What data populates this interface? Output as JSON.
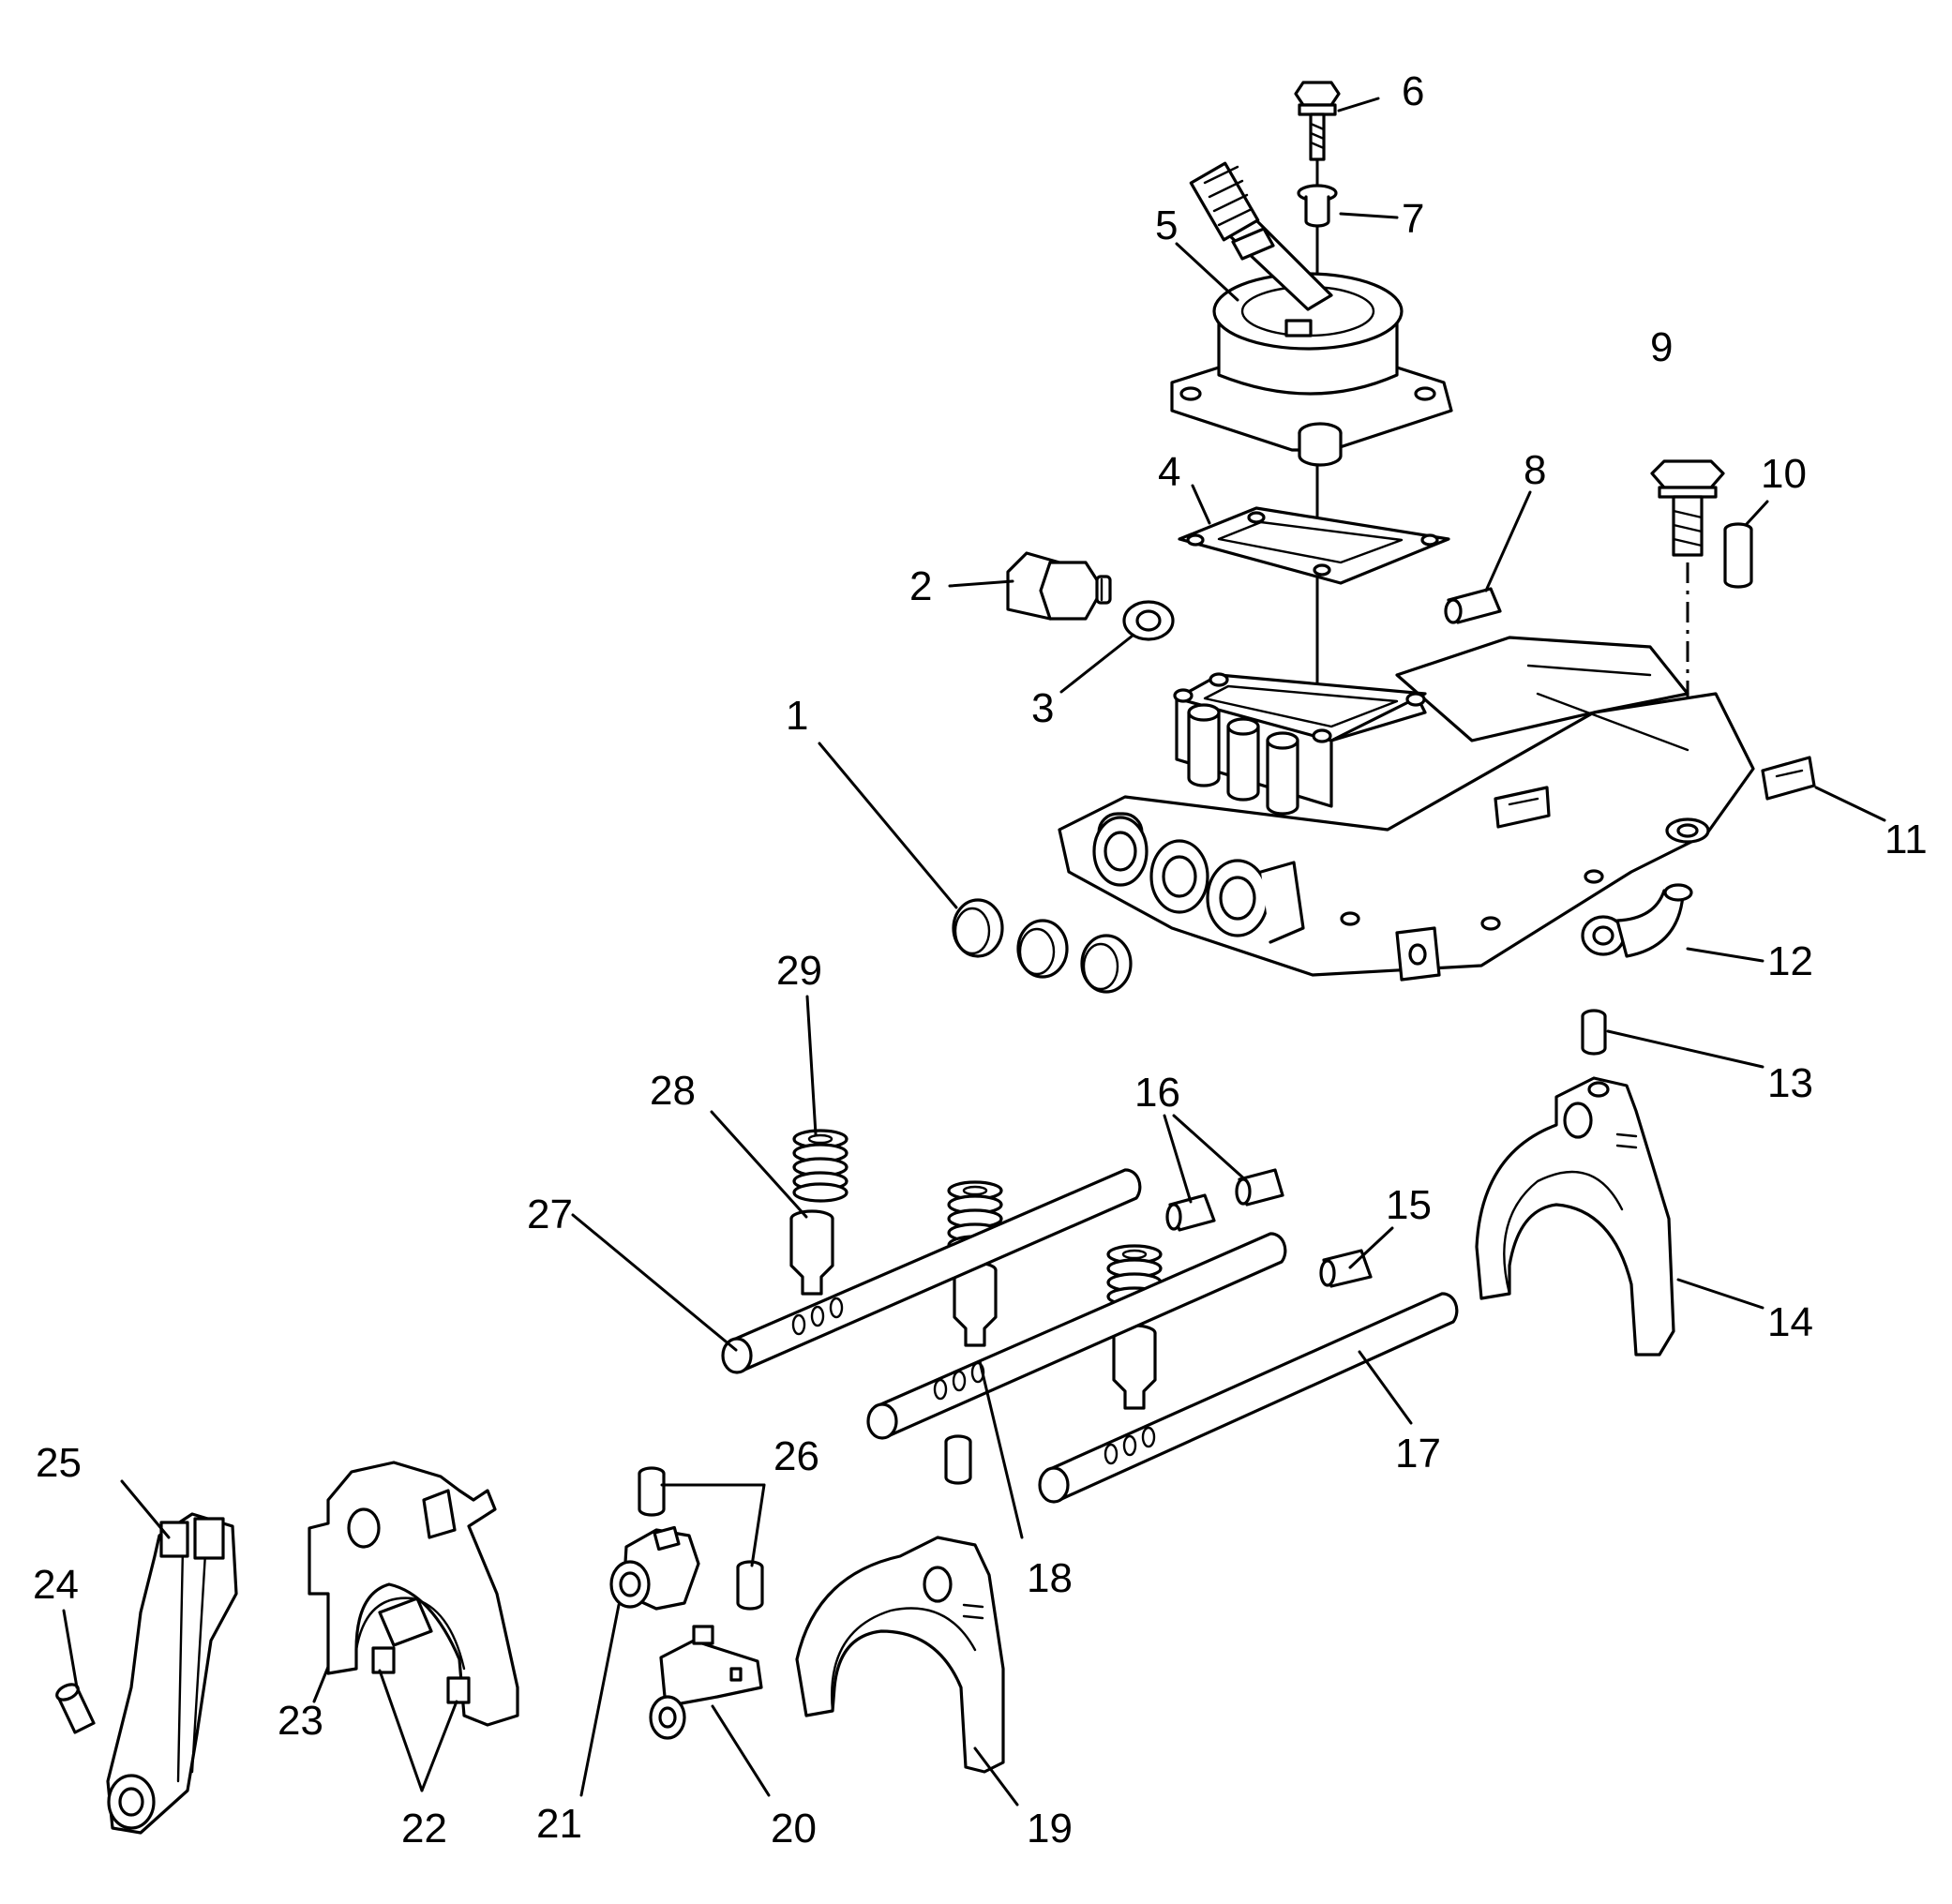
{
  "callouts": [
    {
      "id": "1",
      "text": "1"
    },
    {
      "id": "2",
      "text": "2"
    },
    {
      "id": "3",
      "text": "3"
    },
    {
      "id": "4",
      "text": "4"
    },
    {
      "id": "5",
      "text": "5"
    },
    {
      "id": "6",
      "text": "6"
    },
    {
      "id": "7",
      "text": "7"
    },
    {
      "id": "8",
      "text": "8"
    },
    {
      "id": "9",
      "text": "9"
    },
    {
      "id": "10",
      "text": "10"
    },
    {
      "id": "11",
      "text": "11"
    },
    {
      "id": "12",
      "text": "12"
    },
    {
      "id": "13",
      "text": "13"
    },
    {
      "id": "14",
      "text": "14"
    },
    {
      "id": "15",
      "text": "15"
    },
    {
      "id": "16",
      "text": "16"
    },
    {
      "id": "17",
      "text": "17"
    },
    {
      "id": "18",
      "text": "18"
    },
    {
      "id": "19",
      "text": "19"
    },
    {
      "id": "20",
      "text": "20"
    },
    {
      "id": "21",
      "text": "21"
    },
    {
      "id": "22",
      "text": "22"
    },
    {
      "id": "23",
      "text": "23"
    },
    {
      "id": "24",
      "text": "24"
    },
    {
      "id": "25",
      "text": "25"
    },
    {
      "id": "26",
      "text": "26"
    },
    {
      "id": "27",
      "text": "27"
    },
    {
      "id": "28",
      "text": "28"
    },
    {
      "id": "29",
      "text": "29"
    }
  ],
  "colors": {
    "ink": "#000000",
    "paper": "#ffffff"
  }
}
